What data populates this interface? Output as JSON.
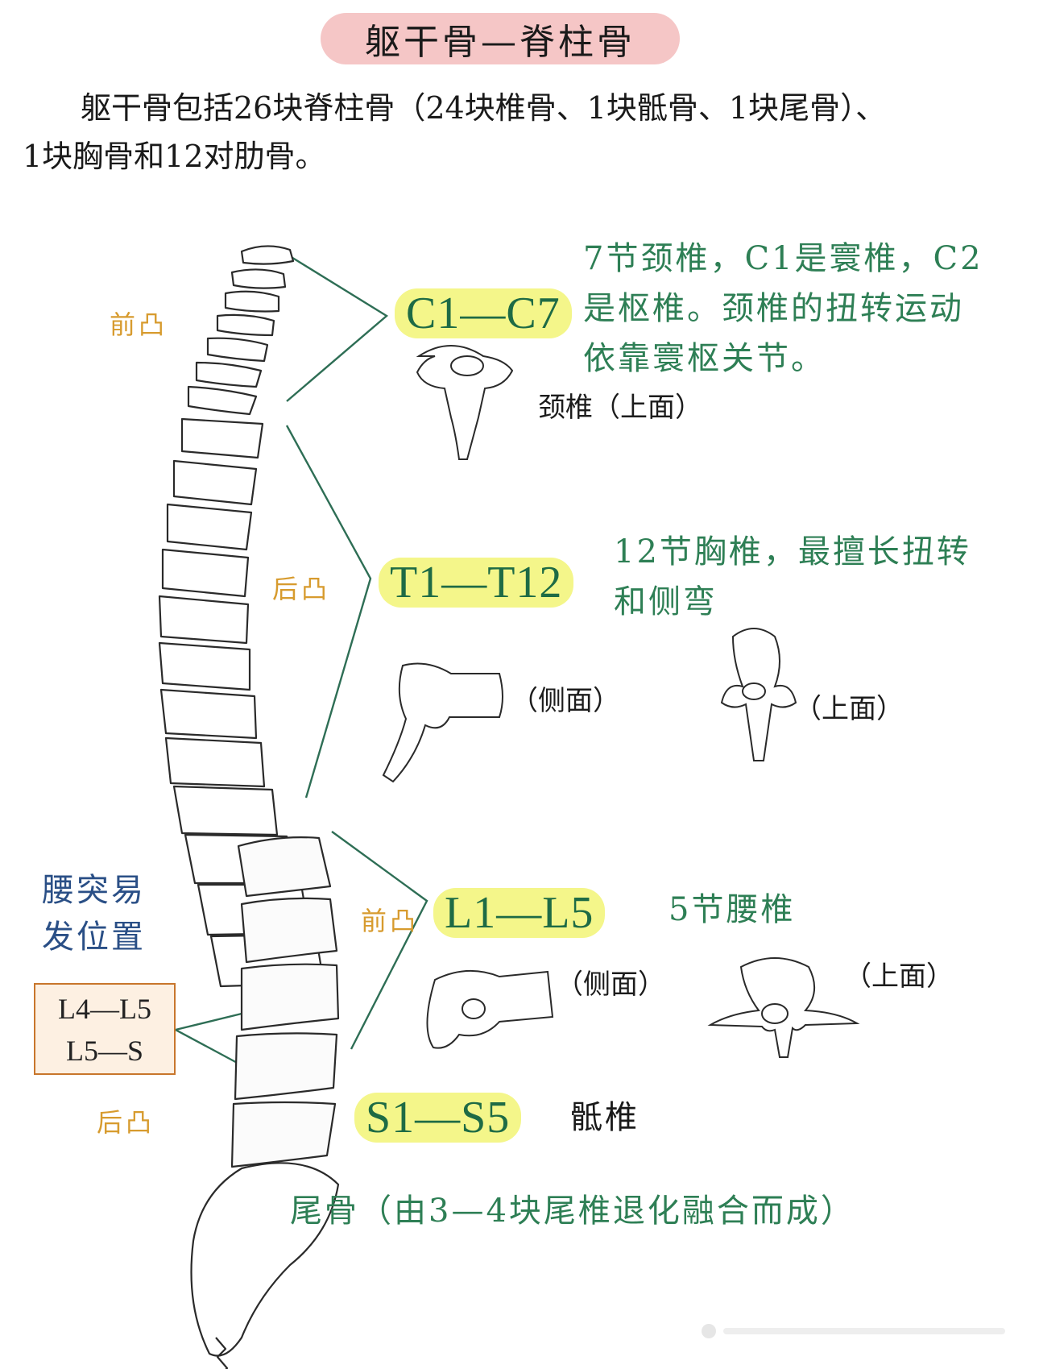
{
  "header": {
    "title": "躯干骨—脊柱骨"
  },
  "intro": {
    "line1": "躯干骨包括26块脊柱骨（24块椎骨、1块骶骨、1块尾骨）、",
    "line2": "1块胸骨和12对肋骨。"
  },
  "curvatures": {
    "cervical": "前凸",
    "thoracic": "后凸",
    "lumbar": "前凸",
    "sacral": "后凸"
  },
  "cervical": {
    "label": "C1—C7",
    "desc_lines": [
      "7节颈椎，C1是寰椎，C2",
      "是枢椎。颈椎的扭转运动",
      "依靠寰枢关节。"
    ],
    "view_top": "颈椎（上面）"
  },
  "thoracic": {
    "label": "T1—T12",
    "desc_lines": [
      "12节胸椎，最擅长扭转",
      "和侧弯"
    ],
    "view_side": "（侧面）",
    "view_top": "（上面）"
  },
  "lumbar": {
    "label": "L1—L5",
    "desc": "5节腰椎",
    "view_side": "（侧面）",
    "view_top": "（上面）"
  },
  "sacral": {
    "label": "S1—S5",
    "desc": "骶椎"
  },
  "coccyx": {
    "desc": "尾骨（由3—4块尾椎退化融合而成）"
  },
  "hernia": {
    "note_lines": [
      "腰突易",
      "发位置"
    ],
    "positions": [
      "L4—L5",
      "L5—S"
    ]
  },
  "colors": {
    "title_bg": "#f5c6c6",
    "highlight": "#f4f68a",
    "green_text": "#2e7f55",
    "orange_text": "#d79b2e",
    "blue_text": "#2a4f86",
    "box_border": "#c8762c",
    "line": "#2e6e55"
  }
}
